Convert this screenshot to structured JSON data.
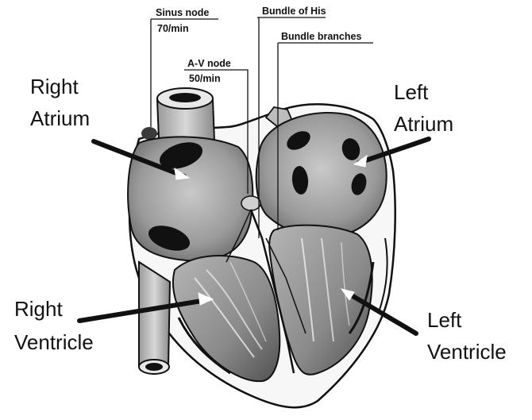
{
  "labels": {
    "sinus_node": "Sinus node",
    "sinus_rate": "70/min",
    "av_node": "A-V node",
    "av_rate": "50/min",
    "bundle_of_his": "Bundle of His",
    "bundle_branches": "Bundle branches",
    "right_atrium_1": "Right",
    "right_atrium_2": "Atrium",
    "left_atrium_1": "Left",
    "left_atrium_2": "Atrium",
    "right_ventricle_1": "Right",
    "right_ventricle_2": "Ventricle",
    "left_ventricle_1": "Left",
    "left_ventricle_2": "Ventricle"
  },
  "colors": {
    "chamber_fill": "#8f8f8f",
    "chamber_dark": "#555555",
    "outline": "#111111",
    "background": "#ffffff"
  }
}
